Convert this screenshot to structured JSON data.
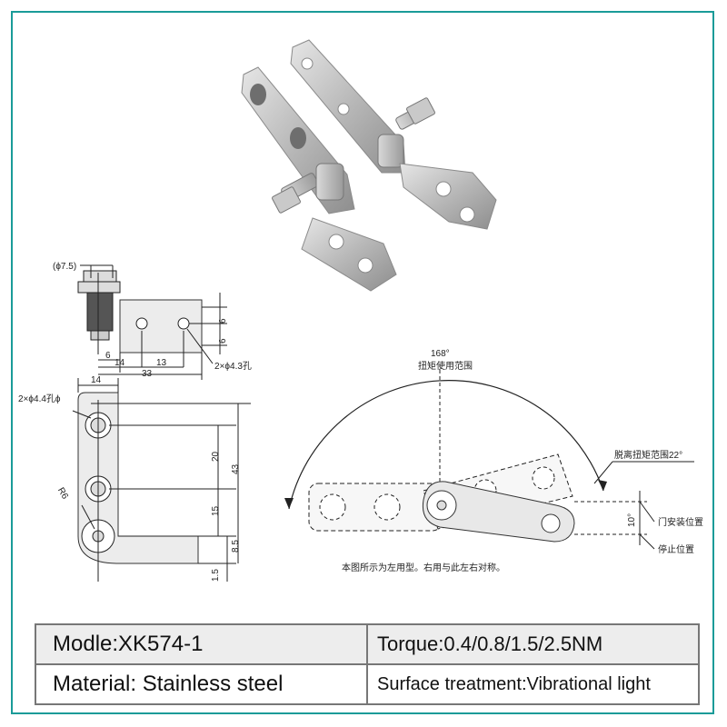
{
  "drawing": {
    "small_view": {
      "dia_pin": "(ϕ7.5)",
      "dim_6_left": "6",
      "dim_14": "14",
      "dim_13": "13",
      "dim_33": "33",
      "dim_6_top": "6",
      "dim_6_bottom": "6",
      "holes_label": "2×ϕ4.3孔"
    },
    "large_view": {
      "dim_14_top": "14",
      "holes_label": "2×ϕ4.4孔ϕ",
      "radius_label": "R6",
      "dim_20": "20",
      "dim_43": "43",
      "dim_15": "15",
      "dim_8_5": "8.5",
      "dim_1_5": "1.5"
    },
    "rotation": {
      "angle_168": "168°",
      "torque_range_label": "扭矩使用范围",
      "release_label": "脱离扭矩范围22°",
      "angle_10": "10°",
      "door_install_label": "门安装位置",
      "stop_label": "停止位置",
      "note": "本图所示为左用型。右用与此左右对称。"
    }
  },
  "specs": {
    "model": "Modle:XK574-1",
    "torque": "Torque:0.4/0.8/1.5/2.5NM",
    "material": "Material: Stainless steel",
    "surface": "Surface treatment:Vibrational light"
  }
}
